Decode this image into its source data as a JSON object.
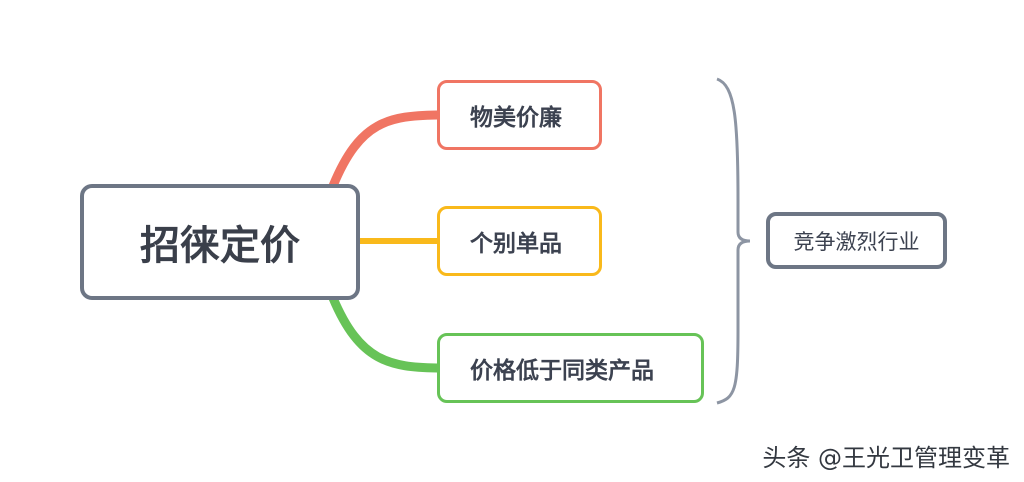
{
  "root": {
    "label": "招徕定价"
  },
  "branches": [
    {
      "label": "物美价廉",
      "color": "#f07563"
    },
    {
      "label": "个别单品",
      "color": "#f9b91b"
    },
    {
      "label": "价格低于同类产品",
      "color": "#67c357"
    }
  ],
  "summary": {
    "label": "竞争激烈行业",
    "bracket_color": "#8d95a3"
  },
  "watermark": "头条 @王光卫管理变革"
}
